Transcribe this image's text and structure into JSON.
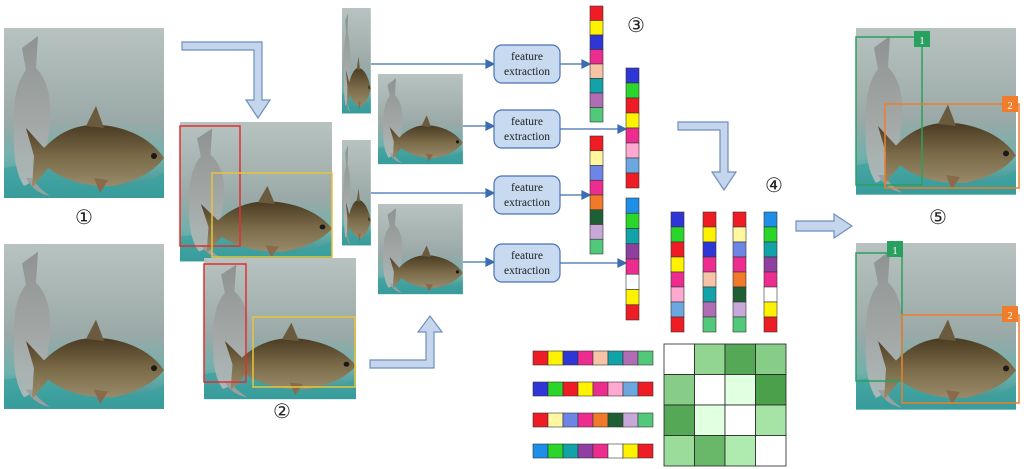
{
  "steps": {
    "s1": "①",
    "s2": "②",
    "s3": "③",
    "s4": "④",
    "s5": "⑤"
  },
  "feature_boxes": [
    {
      "line1": "feature",
      "line2": "extraction"
    },
    {
      "line1": "feature",
      "line2": "extraction"
    },
    {
      "line1": "feature",
      "line2": "extraction"
    },
    {
      "line1": "feature",
      "line2": "extraction"
    }
  ],
  "track_ids": {
    "top_fish_1": "1",
    "top_fish_2": "2",
    "bottom_fish_1": "1",
    "bottom_fish_2": "2"
  },
  "colors": {
    "arrow_fill": "#c5d5eb",
    "arrow_stroke": "#6f8fbf",
    "feature_box_fill": "#c7daf0",
    "feature_box_stroke": "#4a72b8",
    "connector": "#3c6db0",
    "detect_red": "#e03030",
    "detect_yellow": "#e8c43a",
    "track_green": "#2aa060",
    "track_orange": "#ef7d2c",
    "water_top": "#aab6b4",
    "water_bottom": "#3e9c9a"
  },
  "feature_palette": {
    "vector_a": [
      "#ee1c24",
      "#fff200",
      "#2f36d6",
      "#ec2d8f",
      "#f6c3a6",
      "#12a3a8",
      "#b06cb5",
      "#52c97a"
    ],
    "vector_b": [
      "#2f36d6",
      "#2bd62b",
      "#ee1c24",
      "#fff200",
      "#ec2d8f",
      "#ffa8d0",
      "#6da7e0",
      "#ee1c24"
    ],
    "vector_c": [
      "#ee1c24",
      "#fff6a0",
      "#6d86e6",
      "#ec2d8f",
      "#f07a2a",
      "#1f5f34",
      "#c8a8d8",
      "#52c97a"
    ],
    "vector_d": [
      "#1d8fe8",
      "#2bd62b",
      "#12a3a8",
      "#8f3fa0",
      "#ec2d8f",
      "#ffffff",
      "#fff200",
      "#ee1c24"
    ]
  },
  "similarity_matrix": [
    [
      0.0,
      0.55,
      0.85,
      0.6
    ],
    [
      0.6,
      0.0,
      0.15,
      0.9
    ],
    [
      0.85,
      0.15,
      0.0,
      0.45
    ],
    [
      0.5,
      0.75,
      0.4,
      0.0
    ]
  ]
}
